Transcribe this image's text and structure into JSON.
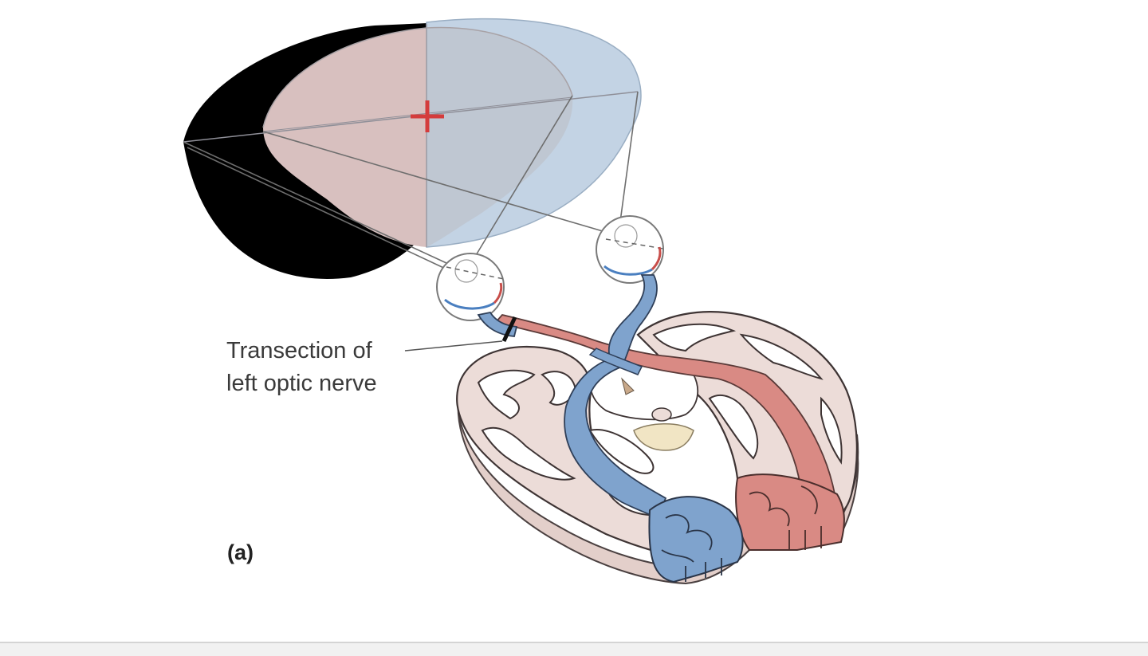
{
  "figure": {
    "annotation": {
      "line1": "Transection of",
      "line2": "left optic nerve"
    },
    "panel_label": "(a)"
  },
  "colors": {
    "left_field_pink": "#d8c0bf",
    "right_field_blue": "#c3d3e4",
    "blind_field": "#000000",
    "fixation_cross": "#d43c3c",
    "pathway_blue": "#7fa3cd",
    "pathway_red": "#d98a84",
    "brain_tissue": "#ecdcd8",
    "brain_white": "#ffffff",
    "thalamus_yellow": "#f1e5c4"
  }
}
